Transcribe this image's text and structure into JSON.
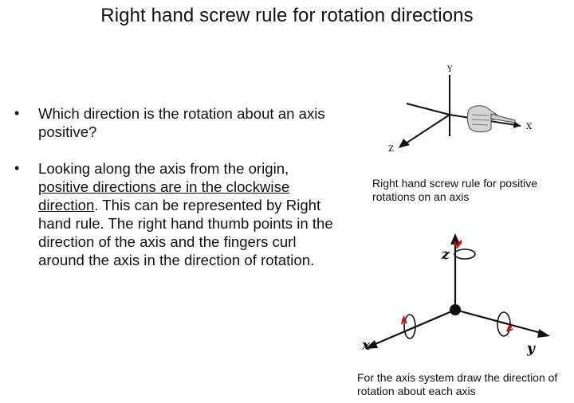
{
  "title": "Right hand screw rule for rotation directions",
  "bullets": {
    "b1": "Which direction is the rotation about an axis positive?",
    "b2_lead": "Looking along the axis from the origin, ",
    "b2_underlined": "positive directions are in the clockwise direction",
    "b2_rest": ". This can be represented by Right hand rule. The right hand thumb points in the direction of the axis and the fingers curl around the axis in the direction of rotation."
  },
  "figure_top": {
    "axis_y": "Y",
    "axis_x": "X",
    "axis_z": "Z",
    "caption": "Right hand screw rule for positive rotations on an axis"
  },
  "figure_bottom": {
    "axis_z": "z",
    "axis_x": "x",
    "axis_y": "y",
    "caption": "For the axis system draw the direction of rotation about each axis",
    "arrow_color": "#cc1111"
  }
}
